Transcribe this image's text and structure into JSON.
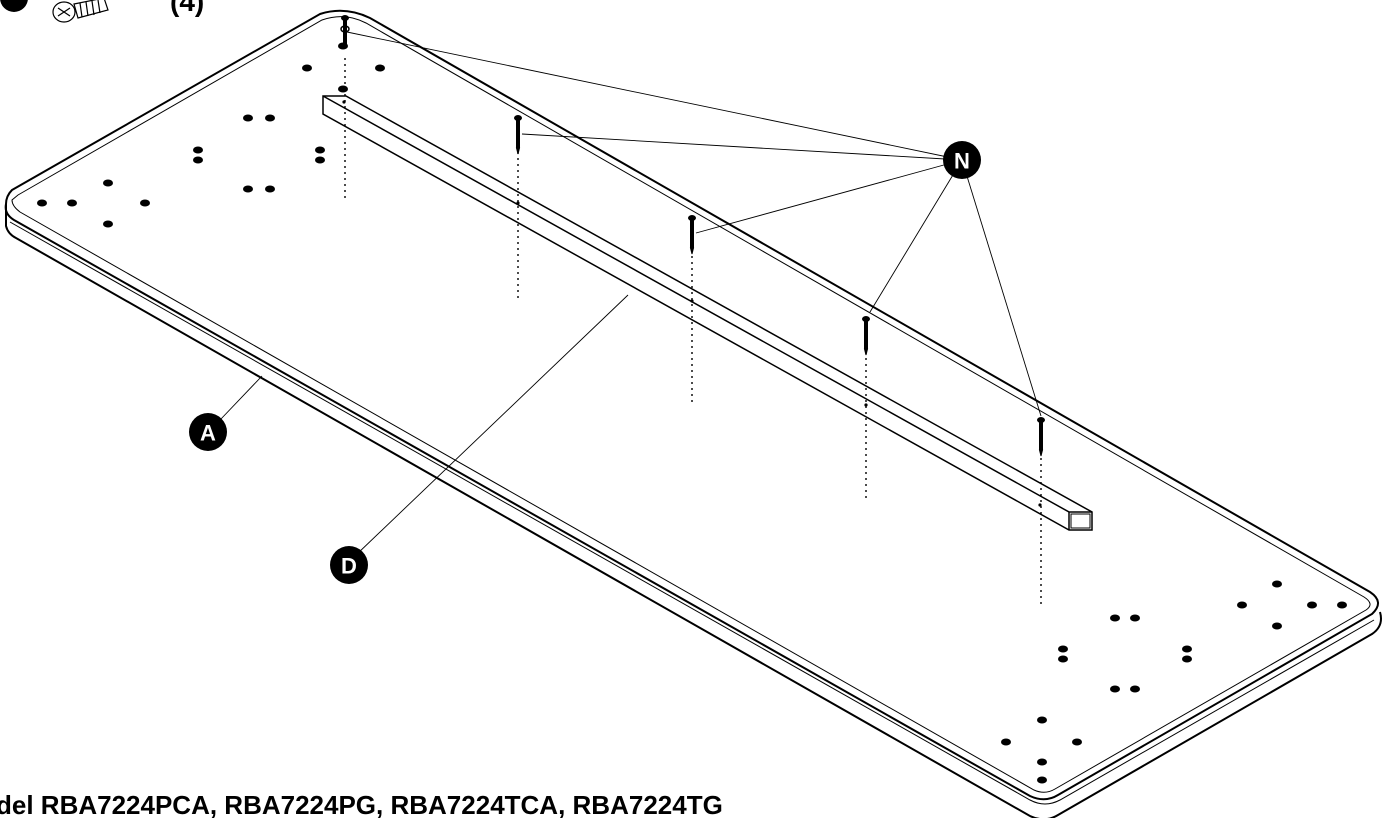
{
  "header": {
    "quantity_label": "(4)"
  },
  "callouts": {
    "tabletop": "A",
    "support_beam": "D",
    "screw": "N"
  },
  "footer": {
    "model_text": "del RBA7224PCA, RBA7224PG, RBA7224TCA, RBA7224TG"
  }
}
